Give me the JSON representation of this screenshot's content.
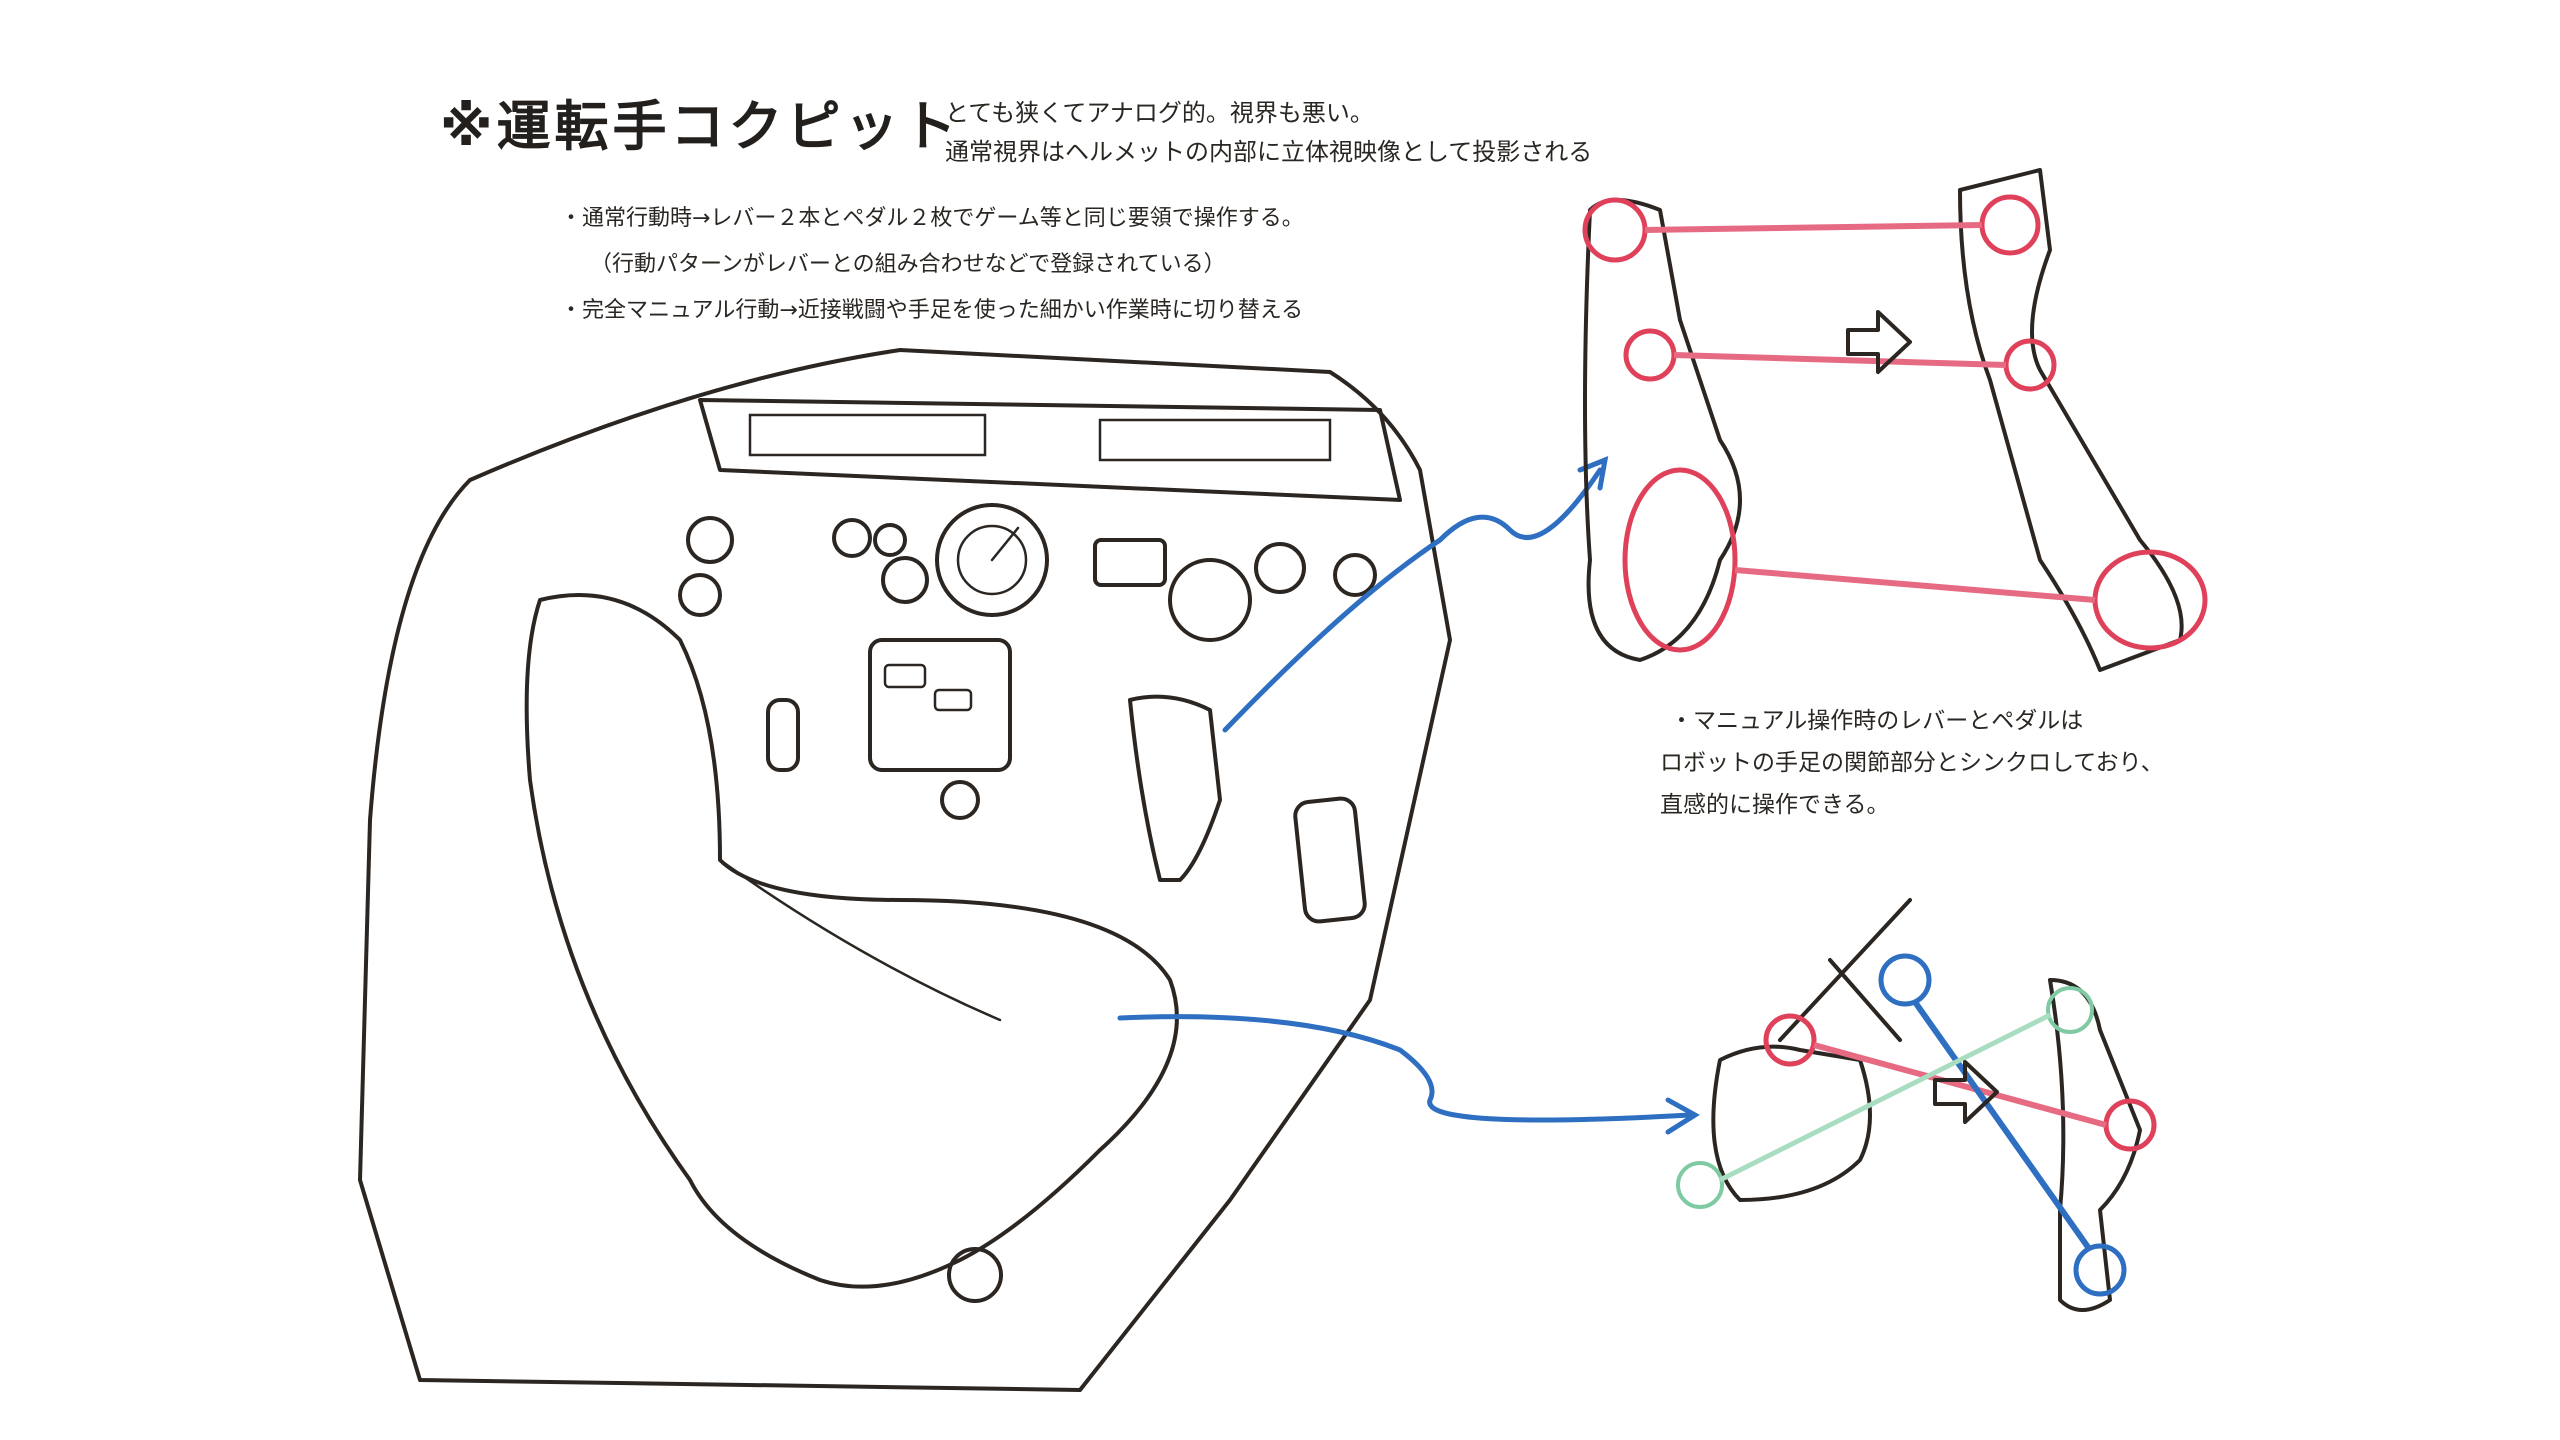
{
  "title": "※運転手コクピット",
  "subnote": [
    "とても狭くてアナログ的。視界も悪い。",
    "通常視界はヘルメットの内部に立体視映像として投影される"
  ],
  "bullets": [
    "・通常行動時→レバー２本とペダル２枚でゲーム等と同じ要領で操作する。",
    "（行動パターンがレバーとの組み合わせなどで登録されている）",
    "・完全マニュアル行動→近接戦闘や手足を使った細かい作業時に切り替える"
  ],
  "right_note": [
    "・マニュアル操作時のレバーとペダルは",
    "ロボットの手足の関節部分とシンクロしており、",
    "直感的に操作できる。"
  ],
  "colors": {
    "ink": "#2b2622",
    "cockpit_shade": "#8f857f",
    "joint_red": "#e0415a",
    "link_pink": "#e66a82",
    "blue_arrow": "#2e6fc2",
    "leg_green": "#7fcaa3",
    "screen_teal": "#8fdcc4",
    "button_blue": "#4f9de8"
  }
}
